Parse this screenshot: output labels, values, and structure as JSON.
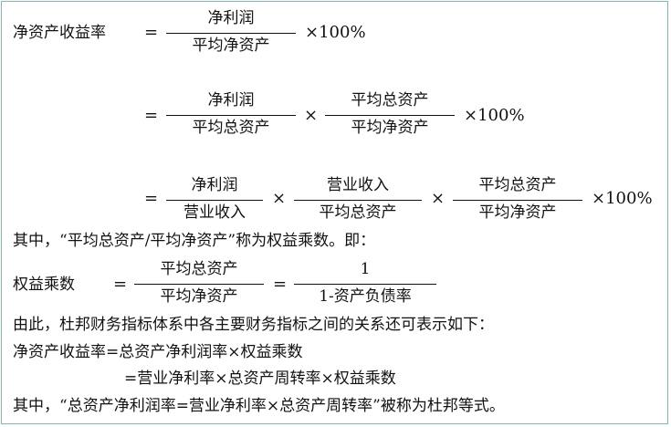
{
  "roe_label": "净资产收益率",
  "equals": "=",
  "times": "×",
  "hundred_percent": "×100%",
  "line1": {
    "num": "净利润",
    "den": "平均净资产"
  },
  "line2": {
    "f1": {
      "num": "净利润",
      "den": "平均总资产"
    },
    "f2": {
      "num": "平均总资产",
      "den": "平均净资产"
    }
  },
  "line3": {
    "f1": {
      "num": "净利润",
      "den": "营业收入"
    },
    "f2": {
      "num": "营业收入",
      "den": "平均总资产"
    },
    "f3": {
      "num": "平均总资产",
      "den": "平均净资产"
    }
  },
  "note1": "其中，“平均总资产/平均净资产”称为权益乘数。即：",
  "equity_label": "权益乘数",
  "equity": {
    "f1": {
      "num": "平均总资产",
      "den": "平均净资产"
    },
    "f2": {
      "num": "1",
      "den": "1-资产负债率"
    }
  },
  "note2": "由此，杜邦财务指标体系中各主要财务指标之间的关系还可表示如下：",
  "rel1": "净资产收益率=总资产净利润率×权益乘数",
  "rel2": "=营业净利率×总资产周转率×权益乘数",
  "note3": "其中，“总资产净利润率=营业净利率×总资产周转率”被称为杜邦等式。"
}
